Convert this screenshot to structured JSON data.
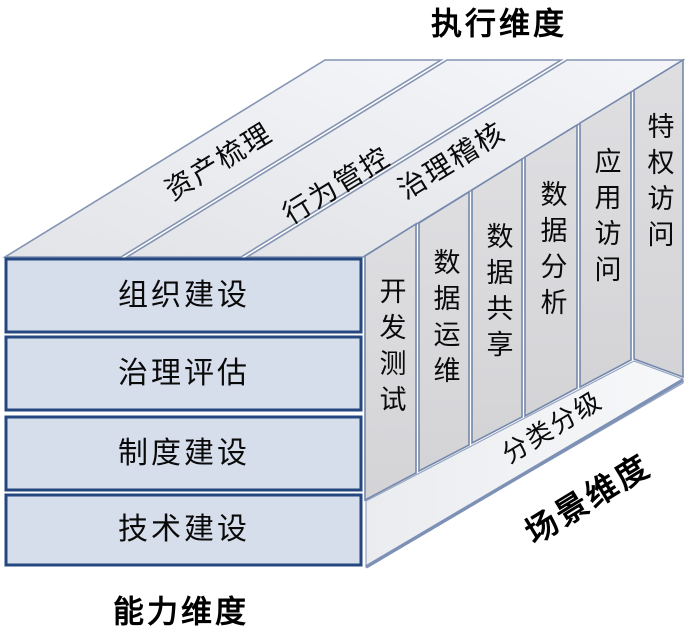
{
  "diagram": {
    "titles": {
      "execution": "执行维度",
      "capability": "能力维度",
      "scenario": "场景维度"
    },
    "execution_items": [
      "资产梳理",
      "行为管控",
      "治理稽核"
    ],
    "capability_items": [
      "组织建设",
      "治理评估",
      "制度建设",
      "技术建设"
    ],
    "scenario_items": [
      "开发测试",
      "数据运维",
      "数据共享",
      "数据分析",
      "应用访问",
      "特权访问"
    ],
    "floor_label": "分类分级",
    "colors": {
      "row_fill": "#d6deeb",
      "row_border": "#24477f",
      "top_face_fill": "#ebedf0",
      "column_fill": "#d8d8da",
      "floor_fill": "#f1f2f4",
      "edge_line": "#7d8fb0",
      "text": "#0a0a0a",
      "background": "#ffffff"
    }
  }
}
